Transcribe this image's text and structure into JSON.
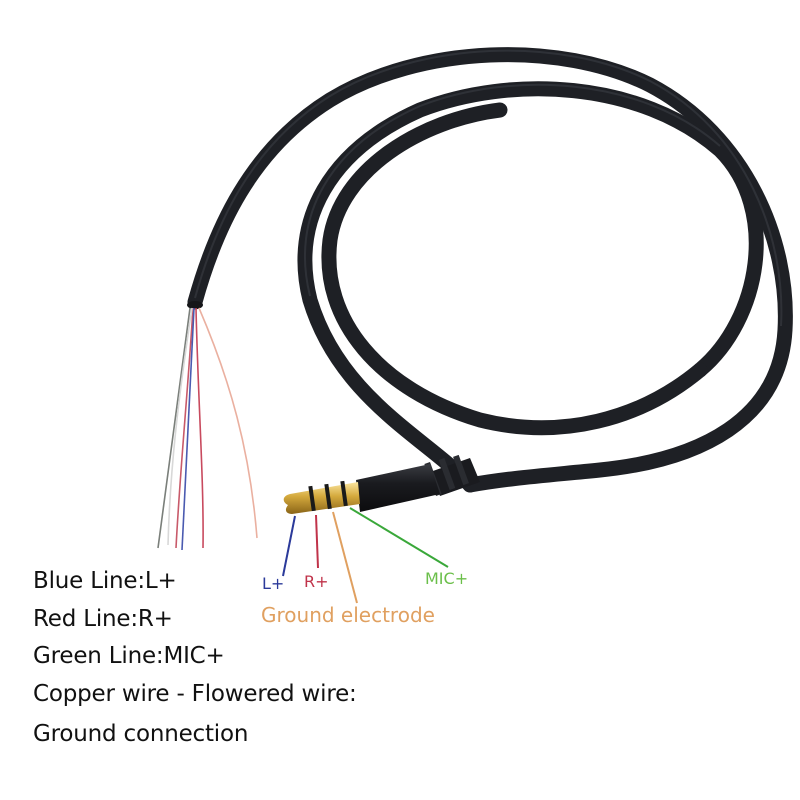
{
  "product": {
    "description": "Braided black headphone cable with 3.5mm 4-pole gold-plated TRRS plug and stripped bare wire end"
  },
  "pin_labels": {
    "left": {
      "text": "L+",
      "color": "#2b3a9a"
    },
    "right": {
      "text": "R+",
      "color": "#c0334a"
    },
    "mic": {
      "text": "MIC+",
      "color": "#6bbf4a"
    },
    "ground": {
      "text": "Ground electrode",
      "color": "#e0a060"
    }
  },
  "legend": {
    "lines": [
      "Blue Line:L+",
      "Red Line:R+",
      "Green Line:MIC+",
      "Copper wire - Flowered wire:",
      "Ground connection"
    ]
  },
  "colors": {
    "cable": "#1e2025",
    "plug_gold": "#d4a93c",
    "leader_blue": "#2b3a9a",
    "leader_red": "#c0334a",
    "leader_orange": "#e0a060",
    "leader_green": "#3aa83a"
  }
}
